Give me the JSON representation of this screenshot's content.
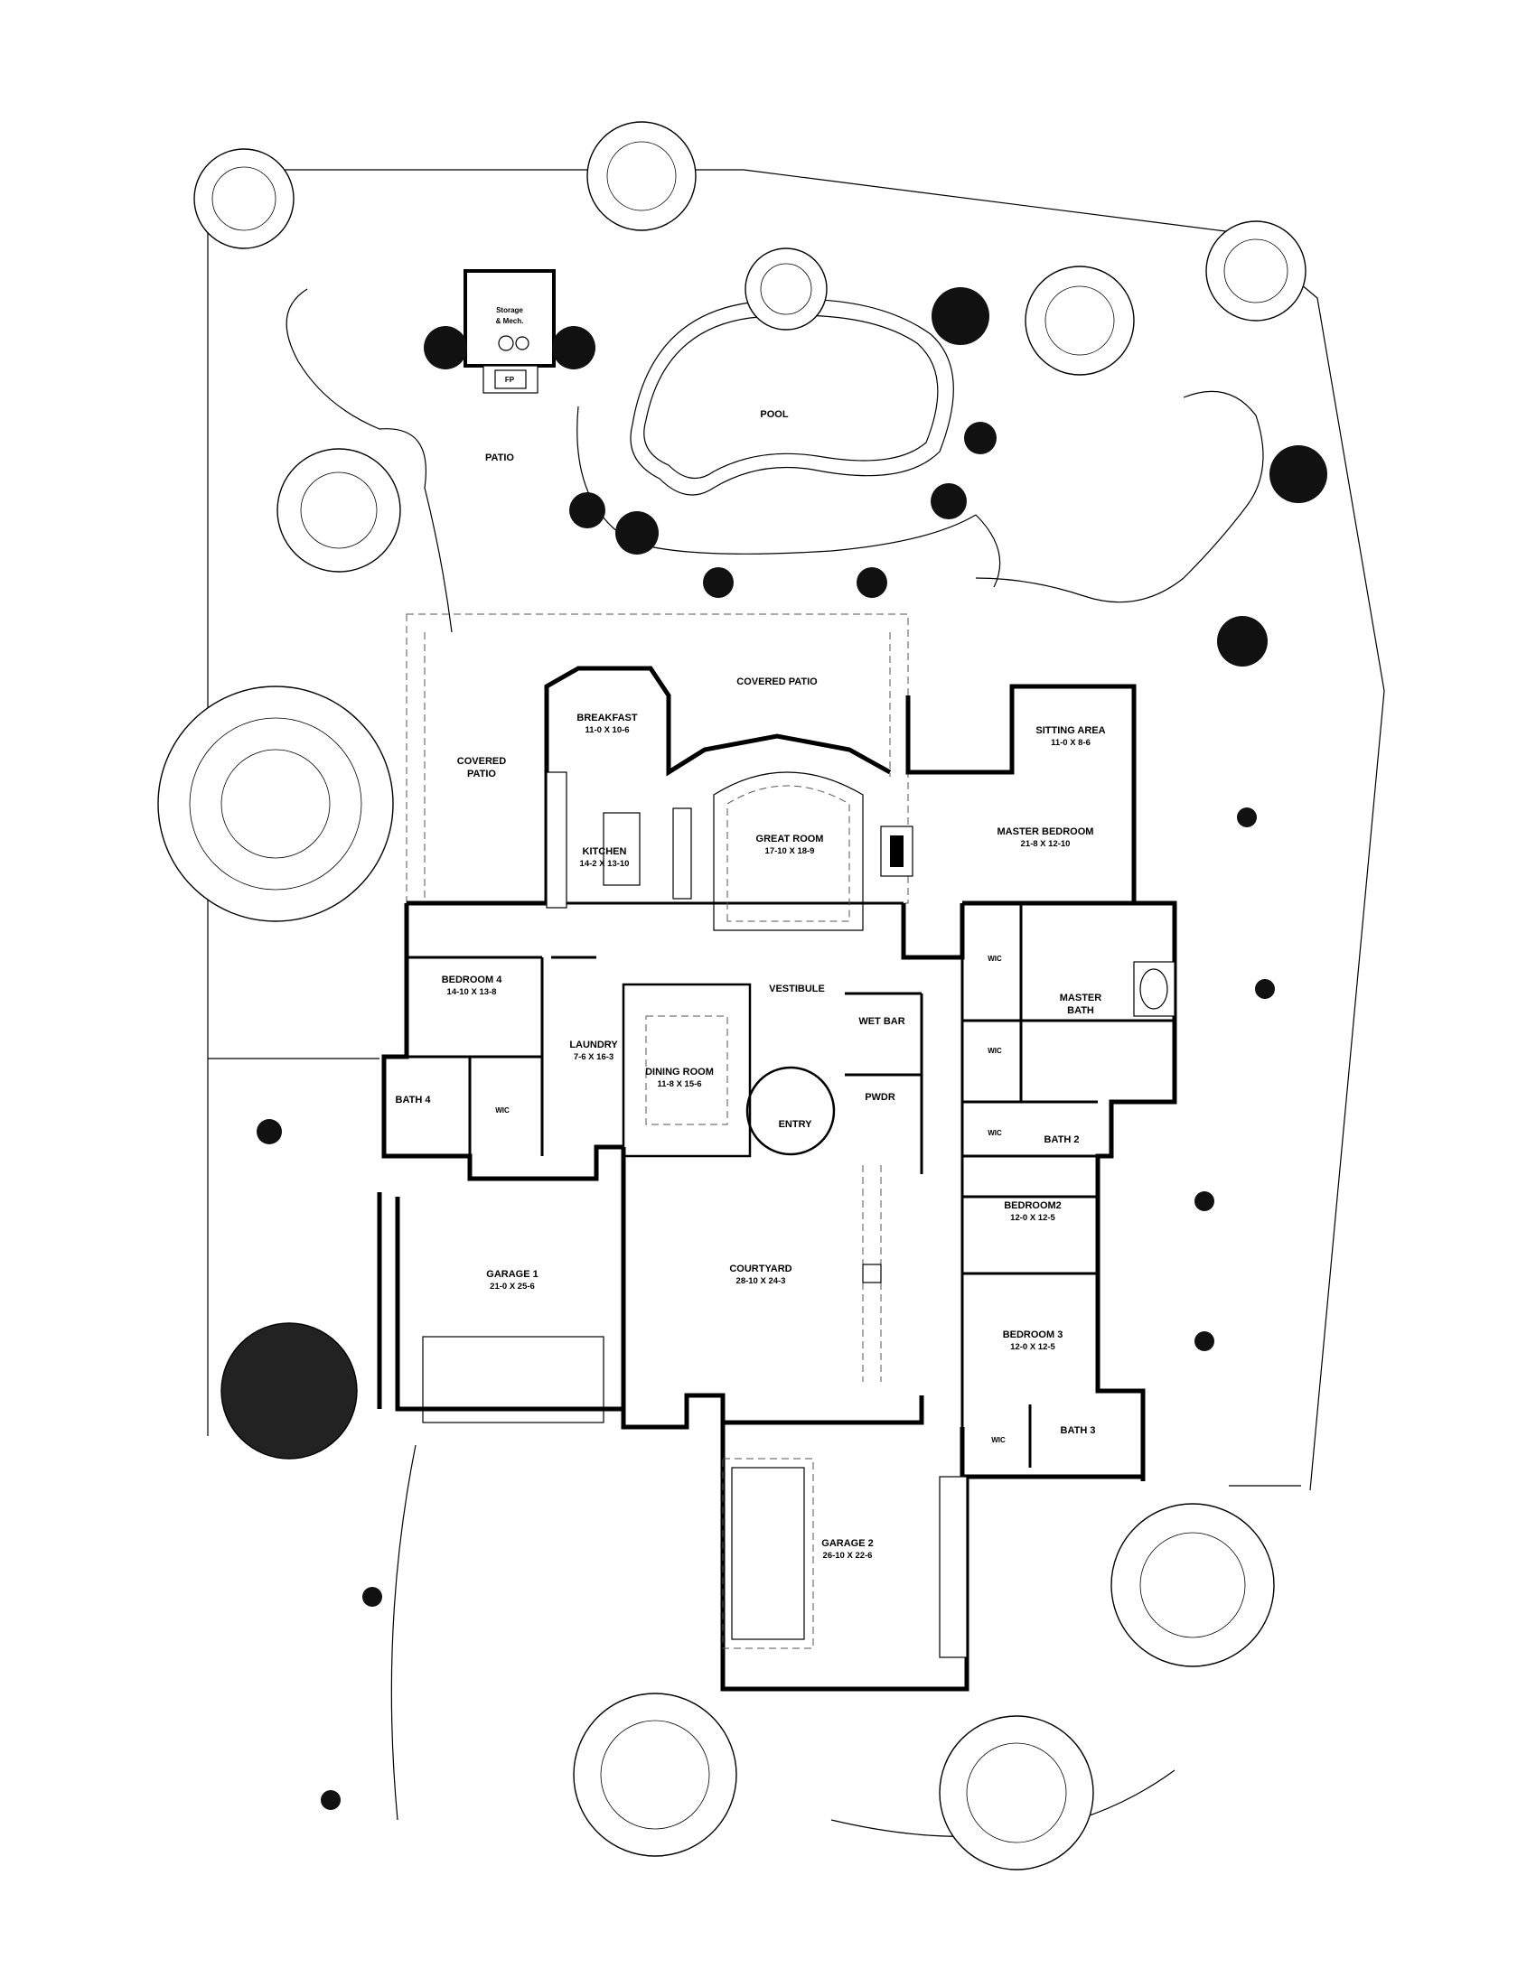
{
  "rooms": {
    "storage": {
      "name": "Storage",
      "name2": "& Mech."
    },
    "fp": "FP",
    "pool": "POOL",
    "patio": "PATIO",
    "covered_patio_main": "COVERED PATIO",
    "covered_patio_side": {
      "line1": "COVERED",
      "line2": "PATIO"
    },
    "breakfast": {
      "name": "BREAKFAST",
      "dim": "11-0 X 10-6"
    },
    "sitting_area": {
      "name": "SITTING AREA",
      "dim": "11-0 X 8-6"
    },
    "kitchen": {
      "name": "KITCHEN",
      "dim": "14-2 X 13-10"
    },
    "great_room": {
      "name": "GREAT ROOM",
      "dim": "17-10 X 18-9"
    },
    "master_bedroom": {
      "name": "MASTER BEDROOM",
      "dim": "21-8 X 12-10"
    },
    "bedroom4": {
      "name": "BEDROOM 4",
      "dim": "14-10 X 13-8"
    },
    "vestibule": "VESTIBULE",
    "wic_master1": "WIC",
    "master_bath": {
      "line1": "MASTER",
      "line2": "BATH"
    },
    "wet_bar": "WET BAR",
    "laundry": {
      "name": "LAUNDRY",
      "dim": "7-6 X 16-3"
    },
    "dining_room": {
      "name": "DINING ROOM",
      "dim": "11-8 X 15-6"
    },
    "wic_master2": "WIC",
    "bath4": "BATH 4",
    "wic_bed4": "WIC",
    "pwdr": "PWDR",
    "entry": "ENTRY",
    "wic_bath2": "WIC",
    "bath2": "BATH 2",
    "bedroom2": {
      "name": "BEDROOM2",
      "dim": "12-0 X 12-5"
    },
    "garage1": {
      "name": "GARAGE 1",
      "dim": "21-0 X 25-6"
    },
    "courtyard": {
      "name": "COURTYARD",
      "dim": "28-10 X 24-3"
    },
    "bedroom3": {
      "name": "BEDROOM 3",
      "dim": "12-0 X 12-5"
    },
    "wic_bath3": "WIC",
    "bath3": "BATH 3",
    "garage2": {
      "name": "GARAGE 2",
      "dim": "26-10 X 22-6"
    }
  }
}
